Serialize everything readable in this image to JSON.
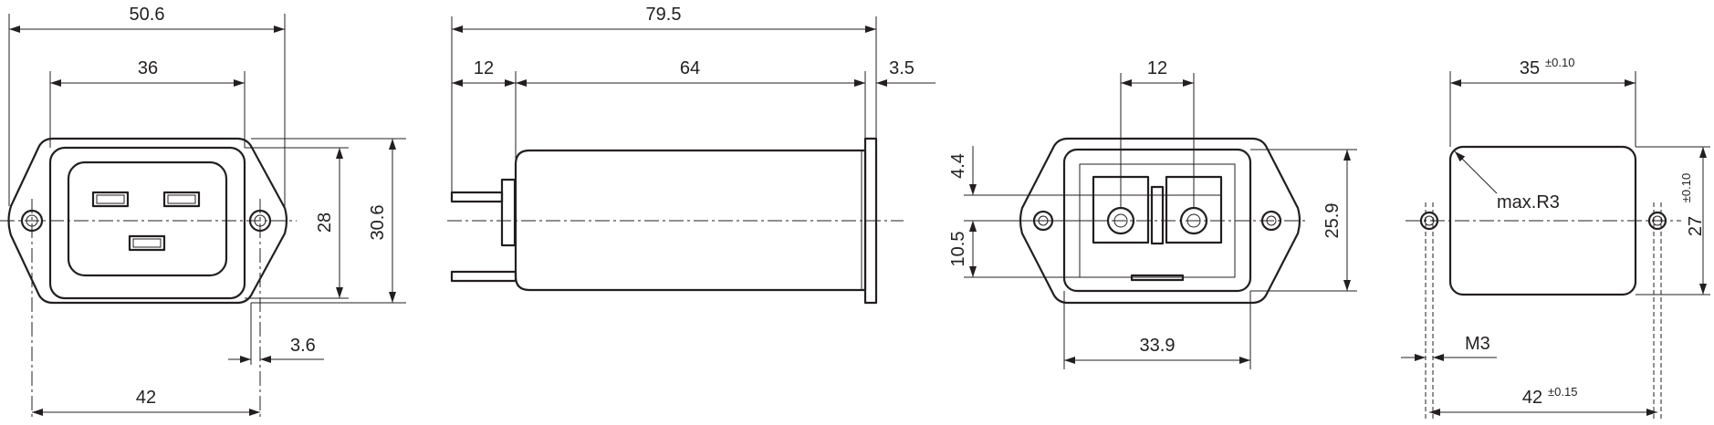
{
  "front_view": {
    "width_overall": "50.6",
    "width_inner": "36",
    "height_inner": "28",
    "height_outer": "30.6",
    "flange_offset": "3.6",
    "hole_pitch": "42"
  },
  "side_view": {
    "length_overall": "79.5",
    "terminal_length": "12",
    "body_length": "64",
    "flange_thickness": "3.5"
  },
  "rear_view": {
    "terminal_pitch": "12",
    "offset_top": "4.4",
    "offset_mid": "10.5",
    "height": "25.9",
    "width": "33.9"
  },
  "cutout": {
    "width": "35",
    "width_tol": "±0.10",
    "height": "27",
    "height_tol": "±0.10",
    "radius_label": "max.R3",
    "thread_label": "M3",
    "hole_pitch": "42",
    "hole_pitch_tol": "±0.15"
  }
}
